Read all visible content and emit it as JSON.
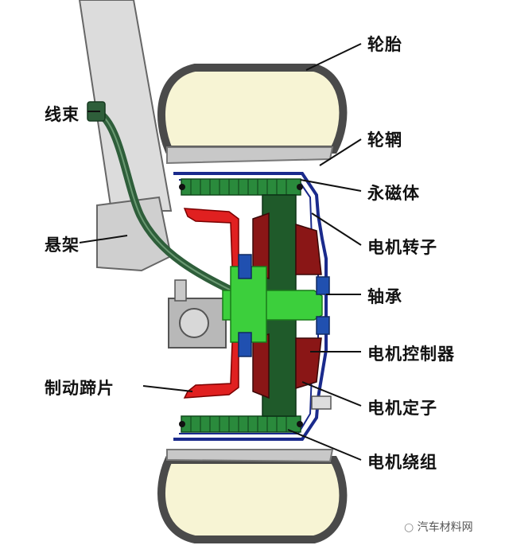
{
  "labels": {
    "tire": "轮胎",
    "harness": "线束",
    "rim": "轮辋",
    "permanent_magnet": "永磁体",
    "suspension": "悬架",
    "motor_rotor": "电机转子",
    "bearing": "轴承",
    "motor_controller": "电机控制器",
    "brake_shoe": "制动蹄片",
    "motor_stator": "电机定子",
    "motor_winding": "电机绕组"
  },
  "watermark": "汽车材料网",
  "colors": {
    "tire_fill": "#f7f4d4",
    "tire_outline": "#555555",
    "rim": "#c8c8c8",
    "suspension": "#d8d8d8",
    "harness": "#2e5e3a",
    "motor_housing": "#1a2a8c",
    "winding": "#2a8a3c",
    "rotor_core": "#1f5a2a",
    "stator_core": "#8a1616",
    "shaft": "#3ccf3c",
    "brake_shoe": "#e02020",
    "bearing": "#2050b0"
  }
}
